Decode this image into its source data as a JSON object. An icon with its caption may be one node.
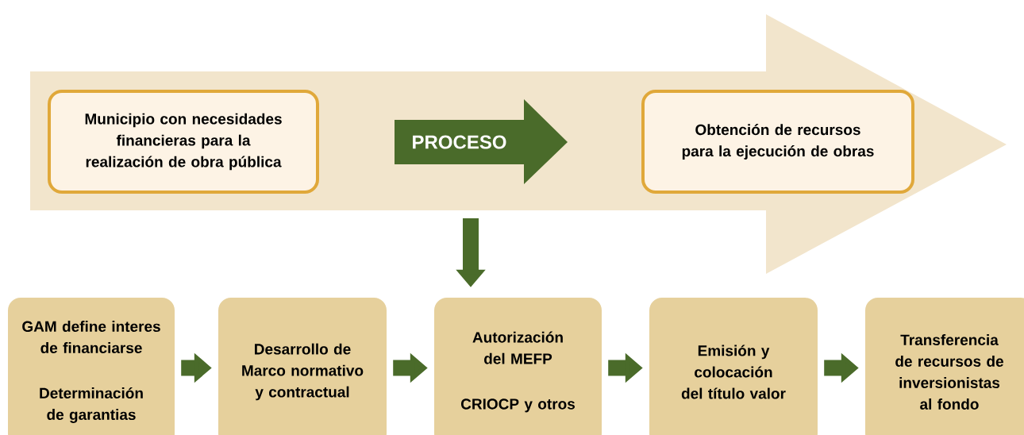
{
  "diagram": {
    "nodes": [
      {
        "text": [
          "Municipio con necesidades financieras para la realización de obra pública"
        ]
      },
      {
        "text": [
          "PROCESO"
        ]
      },
      {
        "text": [
          "Obtención de recursos para la ejecución de obras"
        ]
      },
      {
        "text": [
          "GAM define interes de financiarse",
          "Determinación de garantias"
        ]
      },
      {
        "text": [
          "Desarrollo de Marco normativo y contractual"
        ]
      },
      {
        "text": [
          "Autorización del MEFP",
          "CRIOCP y otros"
        ]
      },
      {
        "text": [
          "Emisión y colocación del título valor"
        ]
      },
      {
        "text": [
          "Transferencia de recursos de inversionistas al fondo"
        ]
      }
    ],
    "edges": [
      {
        "from": null,
        "to": 5,
        "arrow": "to"
      },
      {
        "from": 3,
        "to": 4,
        "arrow": "to"
      },
      {
        "from": 4,
        "to": 5,
        "arrow": "to"
      },
      {
        "from": 5,
        "to": 6,
        "arrow": "to"
      },
      {
        "from": 6,
        "to": 7,
        "arrow": "to"
      }
    ]
  }
}
